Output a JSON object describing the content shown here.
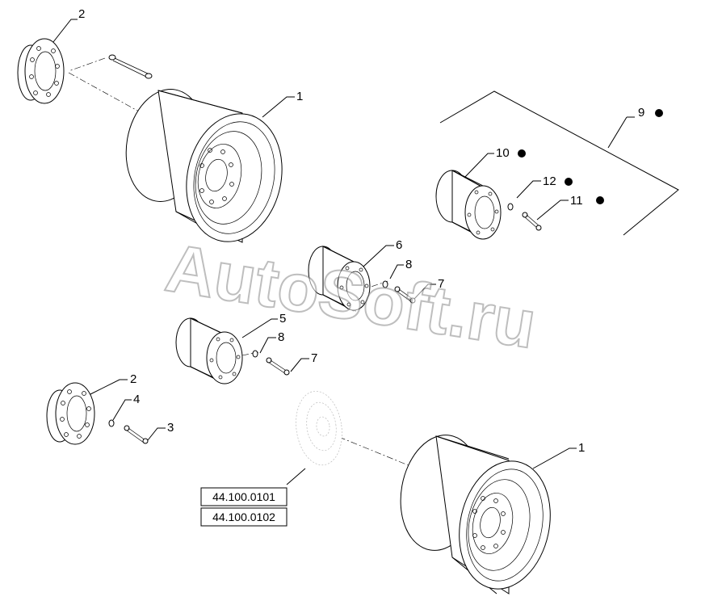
{
  "callouts": [
    {
      "id": "c2a",
      "text": "2"
    },
    {
      "id": "c1a",
      "text": "1"
    },
    {
      "id": "c9",
      "text": "9"
    },
    {
      "id": "c10",
      "text": "10"
    },
    {
      "id": "c12",
      "text": "12"
    },
    {
      "id": "c11",
      "text": "11"
    },
    {
      "id": "c6",
      "text": "6"
    },
    {
      "id": "c8a",
      "text": "8"
    },
    {
      "id": "c7a",
      "text": "7"
    },
    {
      "id": "c5",
      "text": "5"
    },
    {
      "id": "c8b",
      "text": "8"
    },
    {
      "id": "c7b",
      "text": "7"
    },
    {
      "id": "c2b",
      "text": "2"
    },
    {
      "id": "c4",
      "text": "4"
    },
    {
      "id": "c3",
      "text": "3"
    },
    {
      "id": "c1b",
      "text": "1"
    }
  ],
  "references": [
    "44.100.0101",
    "44.100.0102"
  ],
  "watermark": "AutoSoft.ru",
  "colors": {
    "line": "#000000",
    "watermark": "#8a8a8a",
    "background": "#ffffff"
  }
}
